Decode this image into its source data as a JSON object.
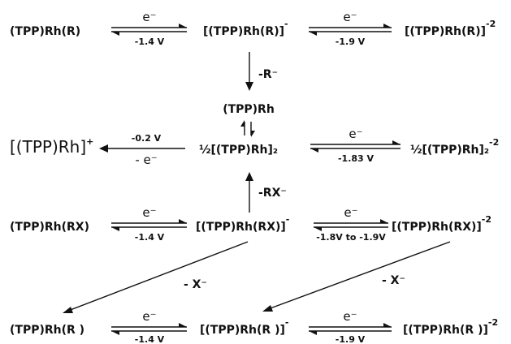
{
  "rows": {
    "r": {
      "left": "(TPP)Rh(R)",
      "mid_bracket": "[(TPP)Rh(R)]",
      "mid_charge": "-",
      "right_bracket": "[(TPP)Rh(R)]",
      "right_charge": "-2",
      "eq1_top": "e⁻",
      "eq1_bottom": "-1.4 V",
      "eq2_top": "e⁻",
      "eq2_bottom": "-1.9 V"
    },
    "center": {
      "loss_label": "-R⁻",
      "monomer": "(TPP)Rh",
      "dimer": "½[(TPP)Rh]₂",
      "oxid_top": "-0.2 V",
      "oxid_bottom": "- e⁻",
      "cation_bracket": "[(TPP)Rh]",
      "cation_charge": "+",
      "red_top": "e⁻",
      "red_bottom": "-1.83 V",
      "dianion": "½[(TPP)Rh]₂",
      "dianion_charge": "-2",
      "rx_loss_label": "-RX⁻"
    },
    "rx": {
      "left": "(TPP)Rh(RX)",
      "mid_bracket": "[(TPP)Rh(RX)]",
      "mid_charge": "-",
      "right_bracket": "[(TPP)Rh(RX)]",
      "right_charge": "-2",
      "eq1_top": "e⁻",
      "eq1_bottom": "-1.4 V",
      "eq2_top": "e⁻",
      "eq2_bottom": "-1.8V to -1.9V"
    },
    "diag": {
      "left_label": "- X⁻",
      "right_label": "- X⁻"
    },
    "rb": {
      "left": "(TPP)Rh(R )",
      "mid_bracket": "[(TPP)Rh(R )]",
      "mid_charge": "-",
      "right_bracket": "[(TPP)Rh(R )]",
      "right_charge": "-2",
      "eq1_top": "e⁻",
      "eq1_bottom": "-1.4 V",
      "eq2_top": "e⁻",
      "eq2_bottom": "-1.9 V"
    }
  }
}
